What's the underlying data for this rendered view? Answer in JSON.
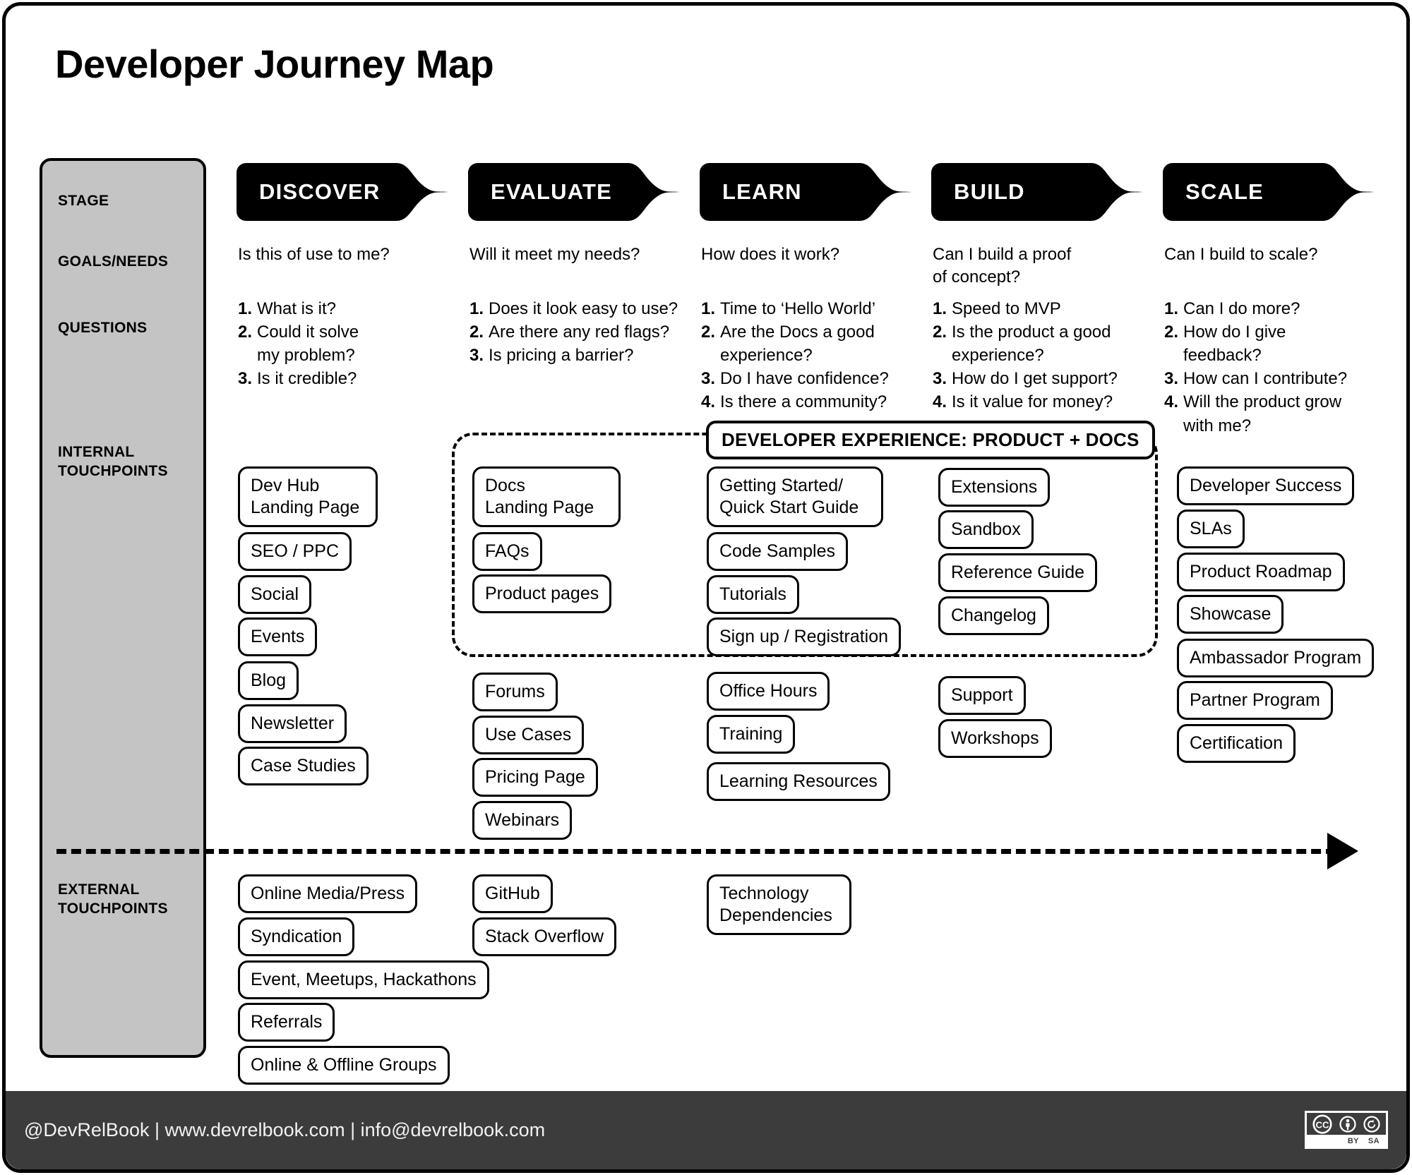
{
  "title": "Developer Journey Map",
  "sidebar": {
    "labels": [
      {
        "id": "stage",
        "text": "STAGE"
      },
      {
        "id": "goals",
        "text": "GOALS/NEEDS"
      },
      {
        "id": "questions",
        "text": "QUESTIONS"
      },
      {
        "id": "internal",
        "text": "INTERNAL\nTOUCHPOINTS"
      },
      {
        "id": "external",
        "text": "EXTERNAL\nTOUCHPOINTS"
      }
    ]
  },
  "stages": [
    {
      "name": "DISCOVER",
      "goal": "Is this of use to me?",
      "questions": [
        "What is it?",
        "Could it solve\nmy problem?",
        "Is it credible?"
      ]
    },
    {
      "name": "EVALUATE",
      "goal": "Will it meet my needs?",
      "questions": [
        "Does it look easy to use?",
        "Are there any red flags?",
        "Is pricing a barrier?"
      ]
    },
    {
      "name": "LEARN",
      "goal": "How does it work?",
      "questions": [
        "Time to ‘Hello World’",
        "Are the Docs a good\nexperience?",
        "Do I have confidence?",
        "Is there a community?"
      ]
    },
    {
      "name": "BUILD",
      "goal": "Can I build a proof\nof concept?",
      "questions": [
        "Speed to MVP",
        "Is the product a good\nexperience?",
        "How do I get support?",
        "Is it value for money?"
      ]
    },
    {
      "name": "SCALE",
      "goal": "Can I build to scale?",
      "questions": [
        "Can I do more?",
        "How do I give\nfeedback?",
        "How can I contribute?",
        "Will the product grow\nwith me?"
      ]
    }
  ],
  "dx_container": {
    "label": "DEVELOPER EXPERIENCE: PRODUCT + DOCS"
  },
  "internal_touchpoints": {
    "discover": [
      "Dev Hub\nLanding Page",
      "SEO / PPC",
      "Social",
      "Events",
      "Blog",
      "Newsletter",
      "Case Studies"
    ],
    "evaluate_dx": [
      "Docs\nLanding Page",
      "FAQs",
      "Product pages"
    ],
    "evaluate_below": [
      "Forums",
      "Use Cases",
      "Pricing Page",
      "Webinars"
    ],
    "learn_dx": [
      "Getting Started/\nQuick Start Guide",
      "Code Samples",
      "Tutorials",
      "Sign up / Registration"
    ],
    "learn_below": [
      "Office Hours",
      "Training",
      "Learning Resources"
    ],
    "build_dx": [
      "Extensions",
      "Sandbox",
      "Reference Guide",
      "Changelog"
    ],
    "build_below": [
      "Support",
      "Workshops"
    ],
    "scale": [
      "Developer Success",
      "SLAs",
      "Product Roadmap",
      "Showcase",
      "Ambassador Program",
      "Partner Program",
      "Certification"
    ]
  },
  "external_touchpoints": {
    "discover": [
      "Online Media/Press",
      "Syndication",
      "Event, Meetups, Hackathons",
      "Referrals",
      "Online & Offline Groups"
    ],
    "evaluate": [
      "GitHub",
      "Stack Overflow"
    ],
    "learn": [
      "Technology\nDependencies"
    ]
  },
  "footer": {
    "text": "@DevRelBook  |  www.devrelbook.com  |  info@devrelbook.com",
    "license": {
      "cc": "CC",
      "by": "BY",
      "sa": "SA"
    }
  },
  "colors": {
    "sidebar_bg": "#c4c4c4",
    "stage_bg": "#000000",
    "footer_bg": "#3c3c3c",
    "page_bg": "#ffffff"
  }
}
